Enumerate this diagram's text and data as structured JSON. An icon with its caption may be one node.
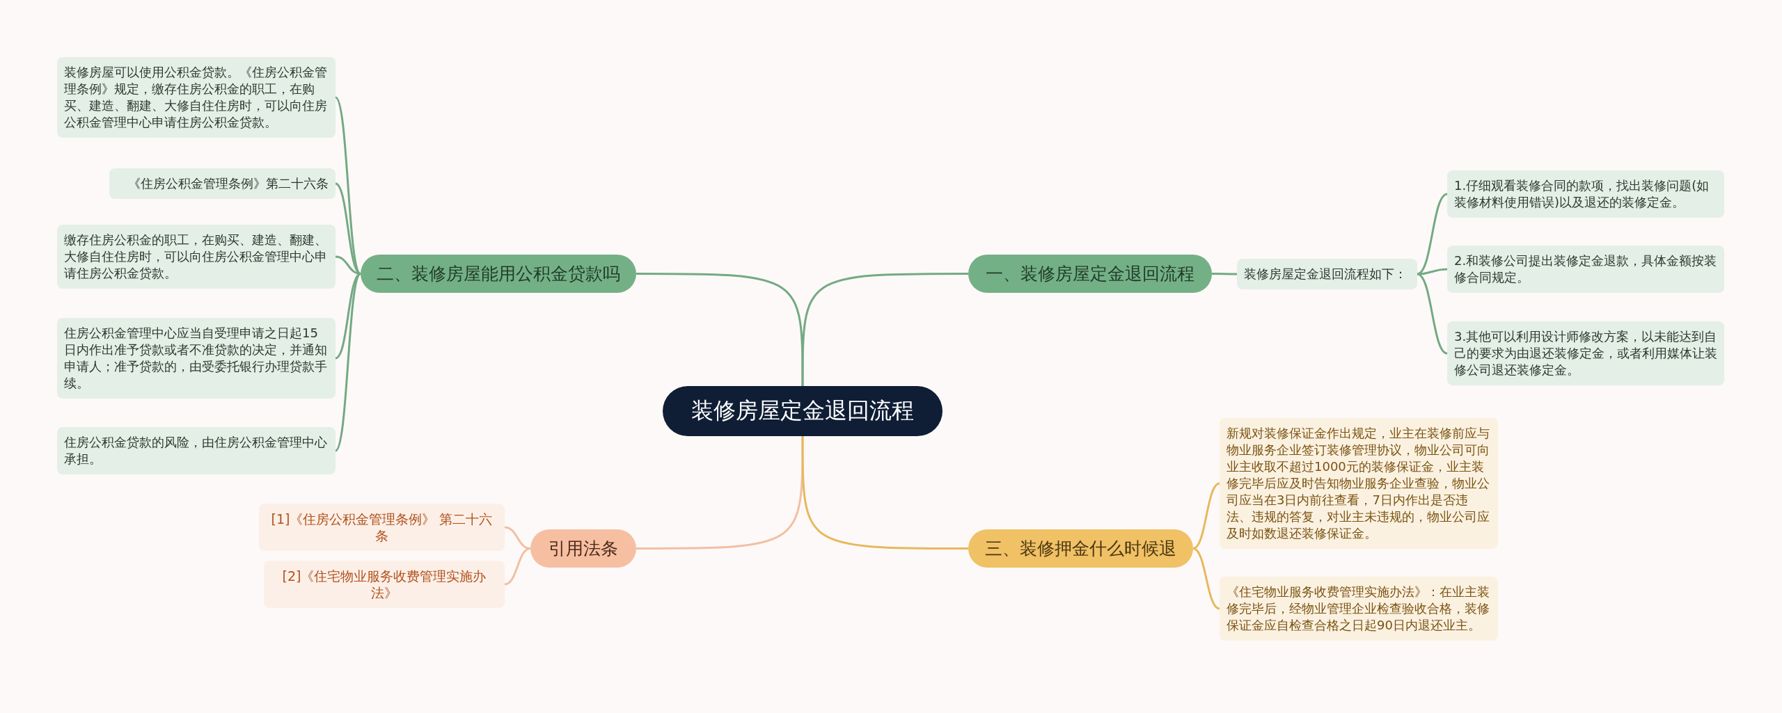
{
  "diagram": {
    "nodes": [
      {
        "text": [
          "装修房屋定金退回流程"
        ]
      },
      {
        "text": [
          "一、装修房屋定金退回流程"
        ]
      },
      {
        "text": [
          "装修房屋定金退回流程如下："
        ]
      },
      {
        "text": [
          "1.仔细观看装修合同的款项，找出装修问题(如装修材料使用错误)以及退还的装修定金。"
        ]
      },
      {
        "text": [
          "2.和装修公司提出装修定金退款，具体金额按装修合同规定。"
        ]
      },
      {
        "text": [
          "3.其他可以利用设计师修改方案，以未能达到自己的要求为由退还装修定金，或者利用媒体让装修公司退还装修定金。"
        ]
      },
      {
        "text": [
          "二、装修房屋能用公积金贷款吗"
        ]
      },
      {
        "text": [
          "装修房屋可以使用公积金贷款。《住房公积金管理条例》规定，缴存住房公积金的职工，在购买、建造、翻建、大修自住住房时，可以向住房公积金管理中心申请住房公积金贷款。"
        ]
      },
      {
        "text": [
          "《住房公积金管理条例》第二十六条"
        ]
      },
      {
        "text": [
          "缴存住房公积金的职工，在购买、建造、翻建、大修自住住房时，可以向住房公积金管理中心申请住房公积金贷款。"
        ]
      },
      {
        "text": [
          "住房公积金管理中心应当自受理申请之日起15日内作出准予贷款或者不准贷款的决定，并通知申请人；准予贷款的，由受委托银行办理贷款手续。"
        ]
      },
      {
        "text": [
          "住房公积金贷款的风险，由住房公积金管理中心承担。"
        ]
      },
      {
        "text": [
          "引用法条"
        ]
      },
      {
        "text": [
          "[1]《住房公积金管理条例》 第二十六条"
        ]
      },
      {
        "text": [
          "[2]《住宅物业服务收费管理实施办法》"
        ]
      },
      {
        "text": [
          "三、装修押金什么时候退"
        ]
      },
      {
        "text": [
          "新规对装修保证金作出规定，业主在装修前应与物业服务企业签订装修管理协议，物业公司可向业主收取不超过1000元的装修保证金，业主装修完毕后应及时告知物业服务企业查验，物业公司应当在3日内前往查看，7日内作出是否违法、违规的答复，对业主未违规的，物业公司应及时如数退还装修保证金。"
        ]
      },
      {
        "text": [
          "《住宅物业服务收费管理实施办法》：在业主装修完毕后，经物业管理企业检查验收合格，装修保证金应自检查合格之日起90日内退还业主。"
        ]
      }
    ],
    "edges": [
      {
        "from": 0,
        "to": 1,
        "arrow": "none"
      },
      {
        "from": 1,
        "to": 2,
        "arrow": "none"
      },
      {
        "from": 2,
        "to": 3,
        "arrow": "none"
      },
      {
        "from": 2,
        "to": 4,
        "arrow": "none"
      },
      {
        "from": 2,
        "to": 5,
        "arrow": "none"
      },
      {
        "from": 0,
        "to": 6,
        "arrow": "none"
      },
      {
        "from": 6,
        "to": 7,
        "arrow": "none"
      },
      {
        "from": 6,
        "to": 8,
        "arrow": "none"
      },
      {
        "from": 6,
        "to": 9,
        "arrow": "none"
      },
      {
        "from": 6,
        "to": 10,
        "arrow": "none"
      },
      {
        "from": 6,
        "to": 11,
        "arrow": "none"
      },
      {
        "from": 0,
        "to": 12,
        "arrow": "none",
        "color": "#f2bfa3"
      },
      {
        "from": 12,
        "to": 13,
        "arrow": "none",
        "color": "#f2bfa3"
      },
      {
        "from": 12,
        "to": 14,
        "arrow": "none",
        "color": "#f2bfa3"
      },
      {
        "from": 0,
        "to": 15,
        "arrow": "none",
        "color": "#e6b95c"
      },
      {
        "from": 15,
        "to": 16,
        "arrow": "none",
        "color": "#e6b95c"
      },
      {
        "from": 15,
        "to": 17,
        "arrow": "none",
        "color": "#e6b95c"
      }
    ]
  }
}
